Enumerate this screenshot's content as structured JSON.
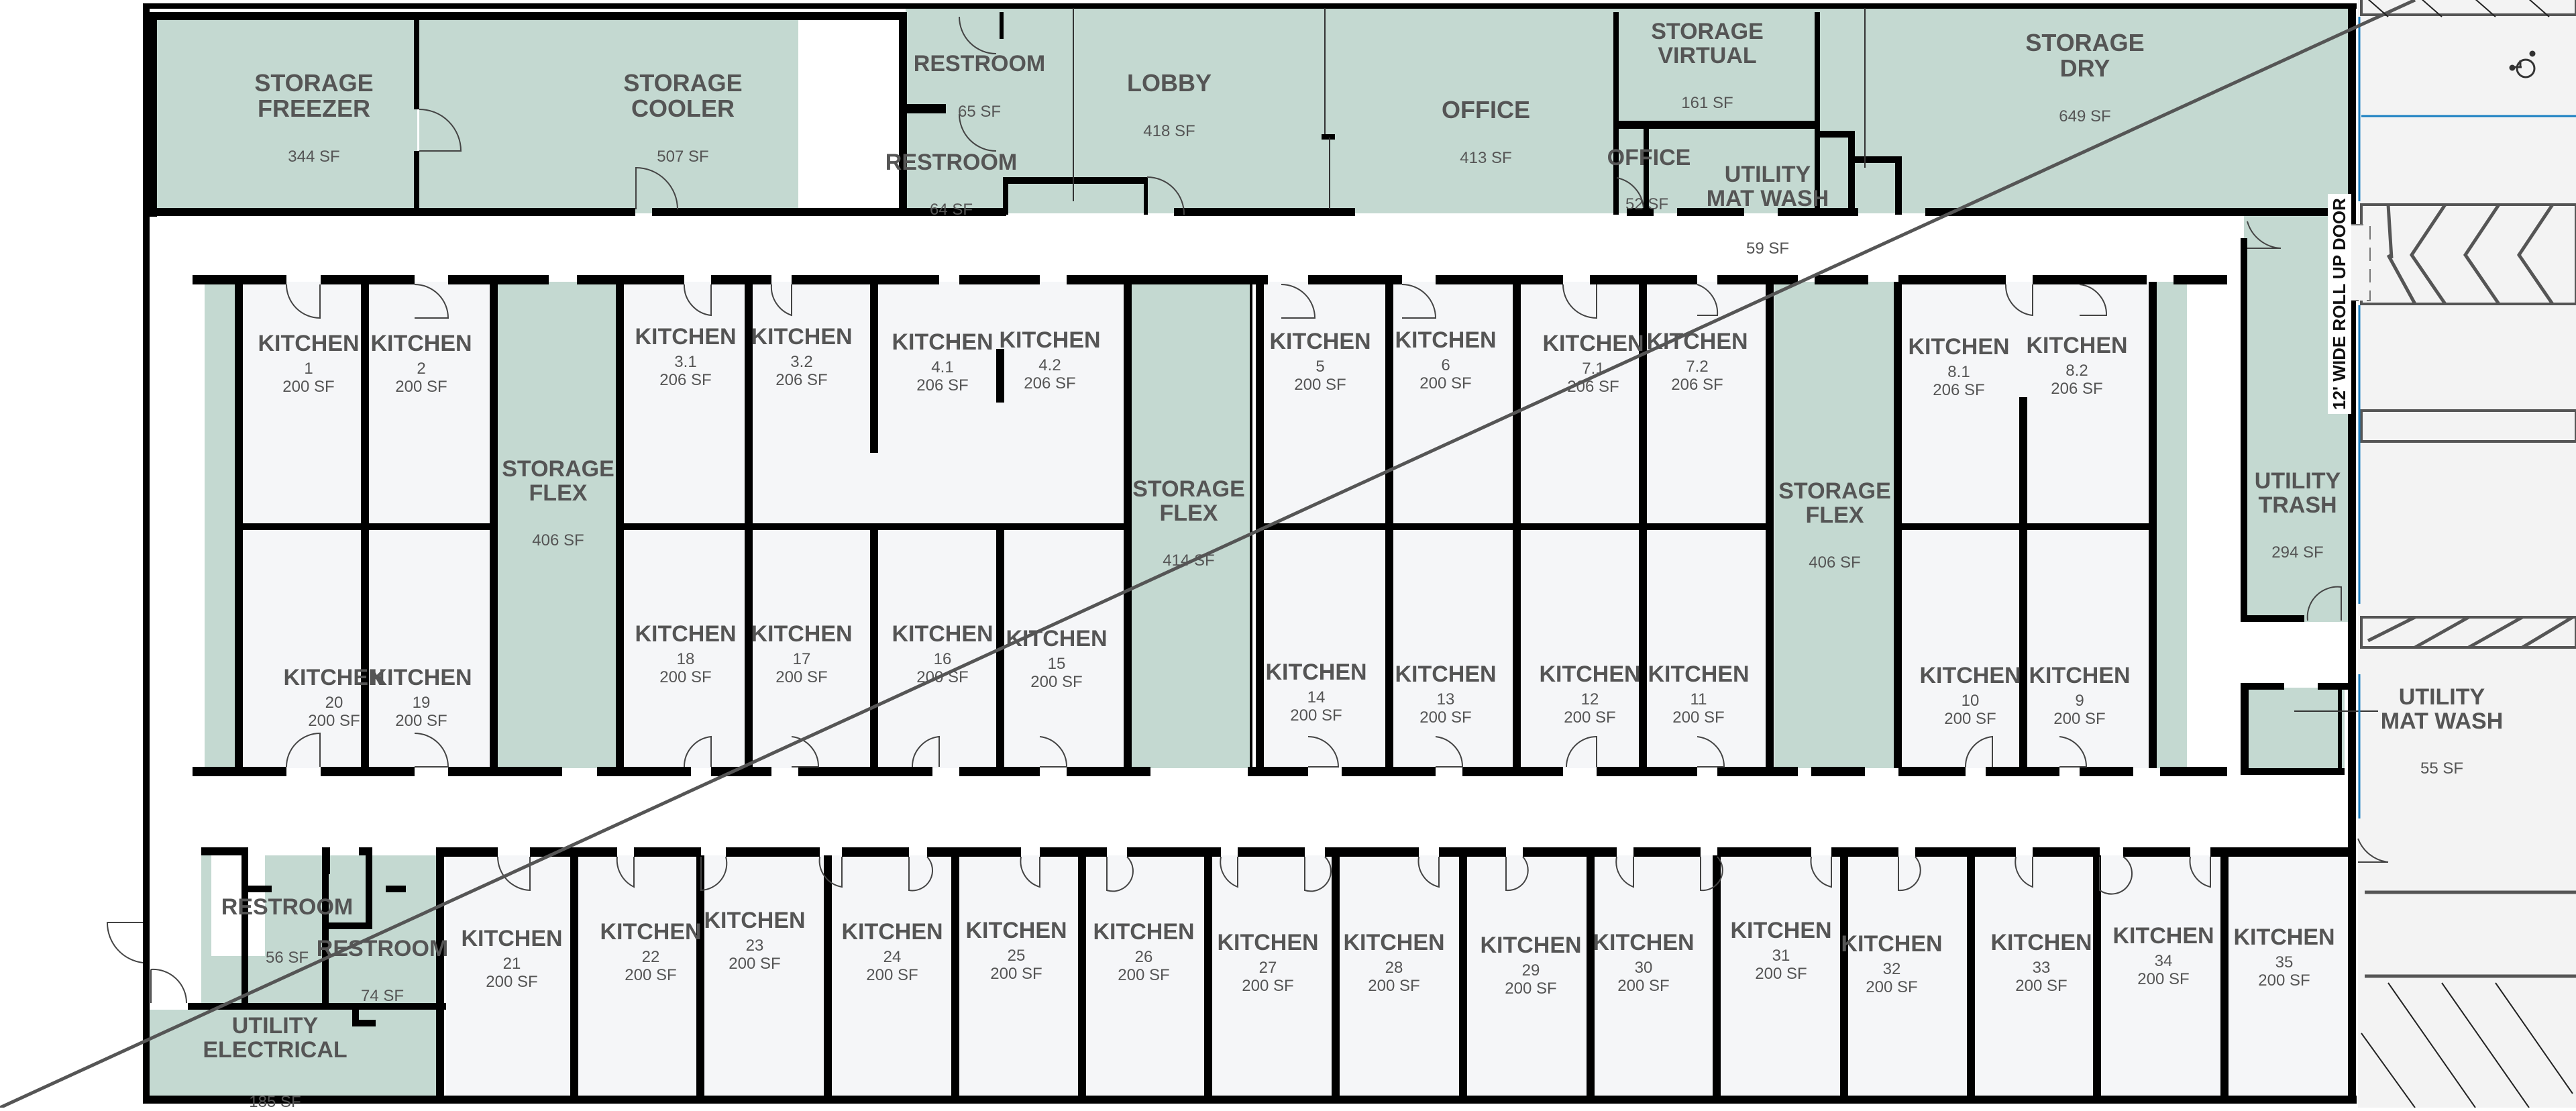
{
  "plan": {
    "top_block": [
      {
        "id": "storage-freezer",
        "line1": "STORAGE",
        "line2": "FREEZER",
        "sf": "344 SF"
      },
      {
        "id": "storage-cooler",
        "line1": "STORAGE",
        "line2": "COOLER",
        "sf": "507 SF"
      },
      {
        "id": "restroom-upper-a",
        "line1": "RESTROOM",
        "sf": "65 SF"
      },
      {
        "id": "restroom-upper-b",
        "line1": "RESTROOM",
        "sf": "64 SF"
      },
      {
        "id": "lobby",
        "line1": "LOBBY",
        "sf": "418 SF"
      },
      {
        "id": "office-main",
        "line1": "OFFICE",
        "sf": "413 SF"
      },
      {
        "id": "storage-virtual",
        "line1": "STORAGE",
        "line2": "VIRTUAL",
        "sf": "161 SF"
      },
      {
        "id": "office-small",
        "line1": "OFFICE",
        "sf": "52 SF"
      },
      {
        "id": "utility-mat-wash-upper",
        "line1": "UTILITY",
        "line2": "MAT WASH",
        "sf": "59 SF"
      },
      {
        "id": "storage-dry",
        "line1": "STORAGE",
        "line2": "DRY",
        "sf": "649 SF"
      }
    ],
    "middle_upper": [
      {
        "name": "KITCHEN",
        "num": "1",
        "sf": "200 SF"
      },
      {
        "name": "KITCHEN",
        "num": "2",
        "sf": "200 SF"
      },
      {
        "name": "KITCHEN",
        "num": "3.1",
        "sf": "206 SF"
      },
      {
        "name": "KITCHEN",
        "num": "3.2",
        "sf": "206 SF"
      },
      {
        "name": "KITCHEN",
        "num": "4.1",
        "sf": "206 SF"
      },
      {
        "name": "KITCHEN",
        "num": "4.2",
        "sf": "206 SF"
      },
      {
        "name": "KITCHEN",
        "num": "5",
        "sf": "200 SF"
      },
      {
        "name": "KITCHEN",
        "num": "6",
        "sf": "200 SF"
      },
      {
        "name": "KITCHEN",
        "num": "7.1",
        "sf": "206 SF"
      },
      {
        "name": "KITCHEN",
        "num": "7.2",
        "sf": "206 SF"
      },
      {
        "name": "KITCHEN",
        "num": "8.1",
        "sf": "206 SF"
      },
      {
        "name": "KITCHEN",
        "num": "8.2",
        "sf": "206 SF"
      }
    ],
    "middle_lower": [
      {
        "name": "KITCHEN",
        "num": "20",
        "sf": "200 SF"
      },
      {
        "name": "KITCHEN",
        "num": "19",
        "sf": "200 SF"
      },
      {
        "name": "KITCHEN",
        "num": "18",
        "sf": "200 SF"
      },
      {
        "name": "KITCHEN",
        "num": "17",
        "sf": "200 SF"
      },
      {
        "name": "KITCHEN",
        "num": "16",
        "sf": "200 SF"
      },
      {
        "name": "KITCHEN",
        "num": "15",
        "sf": "200 SF"
      },
      {
        "name": "KITCHEN",
        "num": "14",
        "sf": "200 SF"
      },
      {
        "name": "KITCHEN",
        "num": "13",
        "sf": "200 SF"
      },
      {
        "name": "KITCHEN",
        "num": "12",
        "sf": "200 SF"
      },
      {
        "name": "KITCHEN",
        "num": "11",
        "sf": "200 SF"
      },
      {
        "name": "KITCHEN",
        "num": "10",
        "sf": "200 SF"
      },
      {
        "name": "KITCHEN",
        "num": "9",
        "sf": "200 SF"
      }
    ],
    "storage_flex": [
      {
        "line1": "STORAGE",
        "line2": "FLEX",
        "sf": "406 SF"
      },
      {
        "line1": "STORAGE",
        "line2": "FLEX",
        "sf": "414 SF"
      },
      {
        "line1": "STORAGE",
        "line2": "FLEX",
        "sf": "406 SF"
      }
    ],
    "right_side": {
      "utility_trash": {
        "line1": "UTILITY",
        "line2": "TRASH",
        "sf": "294 SF"
      },
      "utility_mat_wash": {
        "line1": "UTILITY",
        "line2": "MAT WASH",
        "sf": "55 SF"
      },
      "roll_up_door": "12' WIDE ROLL UP DOOR",
      "accessible_icon": "wheelchair-accessibility-icon"
    },
    "bottom_left": {
      "restroom_a": {
        "line1": "RESTROOM",
        "sf": "56 SF"
      },
      "restroom_b": {
        "line1": "RESTROOM",
        "sf": "74 SF"
      },
      "utility_electrical": {
        "line1": "UTILITY",
        "line2": "ELECTRICAL",
        "sf": "185 SF"
      }
    },
    "bottom_row": [
      {
        "name": "KITCHEN",
        "num": "21",
        "sf": "200 SF"
      },
      {
        "name": "KITCHEN",
        "num": "22",
        "sf": "200 SF"
      },
      {
        "name": "KITCHEN",
        "num": "23",
        "sf": "200 SF"
      },
      {
        "name": "KITCHEN",
        "num": "24",
        "sf": "200 SF"
      },
      {
        "name": "KITCHEN",
        "num": "25",
        "sf": "200 SF"
      },
      {
        "name": "KITCHEN",
        "num": "26",
        "sf": "200 SF"
      },
      {
        "name": "KITCHEN",
        "num": "27",
        "sf": "200 SF"
      },
      {
        "name": "KITCHEN",
        "num": "28",
        "sf": "200 SF"
      },
      {
        "name": "KITCHEN",
        "num": "29",
        "sf": "200 SF"
      },
      {
        "name": "KITCHEN",
        "num": "30",
        "sf": "200 SF"
      },
      {
        "name": "KITCHEN",
        "num": "31",
        "sf": "200 SF"
      },
      {
        "name": "KITCHEN",
        "num": "32",
        "sf": "200 SF"
      },
      {
        "name": "KITCHEN",
        "num": "33",
        "sf": "200 SF"
      },
      {
        "name": "KITCHEN",
        "num": "34",
        "sf": "200 SF"
      },
      {
        "name": "KITCHEN",
        "num": "35",
        "sf": "200 SF"
      }
    ],
    "colors": {
      "common_area_fill": "#c4d9d1",
      "kitchen_fill": "#f5f6f8",
      "wall": "#000000",
      "label_text": "#555555",
      "parking_line_blue": "#1a7fc1"
    }
  }
}
